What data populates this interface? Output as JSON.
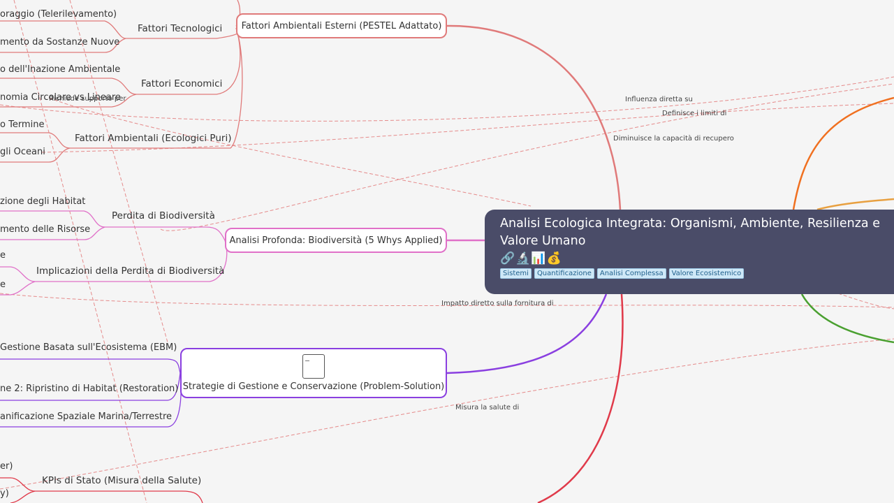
{
  "root": {
    "title": "Analisi Ecologica Integrata: Organismi, Ambiente, Resilienza e Valore Umano",
    "icons": "🔗🔬📊💰",
    "tags": [
      "Sistemi",
      "Quantificazione",
      "Analisi Complessa",
      "Valore Ecosistemico"
    ]
  },
  "nodes": {
    "pestel": "Fattori Ambientali Esterni (PESTEL Adattato)",
    "biodiversity": "Analisi Profonda: Biodiversità (5 Whys Applied)",
    "strategies": "Strategie di Gestione e Conservazione (Problem-Solution)"
  },
  "branches": {
    "tecnologici": "Fattori Tecnologici",
    "economici": "Fattori Economici",
    "ecologici": "Fattori Ambientali (Ecologici Puri)",
    "perdita": "Perdita di Biodiversità",
    "implicazioni": "Implicazioni della Perdita di Biodiversità",
    "kpi": "KPIs di Stato (Misura della Salute)"
  },
  "leaves": {
    "l1": "oraggio (Telerilevamento)",
    "l2": "mento da Sostanze Nuove",
    "l3": "o dell'Inazione Ambientale",
    "l4": "nomia Circolare vs Lineare",
    "l5": "o Termine",
    "l6": "gli Oceani",
    "l7": "zione degli Habitat",
    "l8": "mento delle Risorse",
    "l9": "e",
    "l10": "e",
    "l11": "Gestione Basata sull'Ecosistema (EBM)",
    "l12": "ne 2: Ripristino di Habitat (Restoration)",
    "l13": "anificazione Spaziale Marina/Terrestre",
    "l14": "er)",
    "l15": "y)"
  },
  "relations": {
    "r1": "Influenza diretta su",
    "r2": "Definisce i limiti di",
    "r3": "Diminuisce la capacità di recupero",
    "r4": "Richiede supporto per",
    "r5": "Impatto diretto sulla fornitura di",
    "r6": "Misura la salute di"
  },
  "colors": {
    "background": "#f5f5f5",
    "root_fill": "#4a4c68",
    "pestel": "#e07a7a",
    "biodiversity": "#e070c8",
    "strategies": "#8a3fe0",
    "red_branch": "#e03a4a",
    "orange_branch": "#f07020",
    "amber_branch": "#e8a040",
    "green_branch": "#4aa030",
    "relation_line": "#e07a7a"
  }
}
